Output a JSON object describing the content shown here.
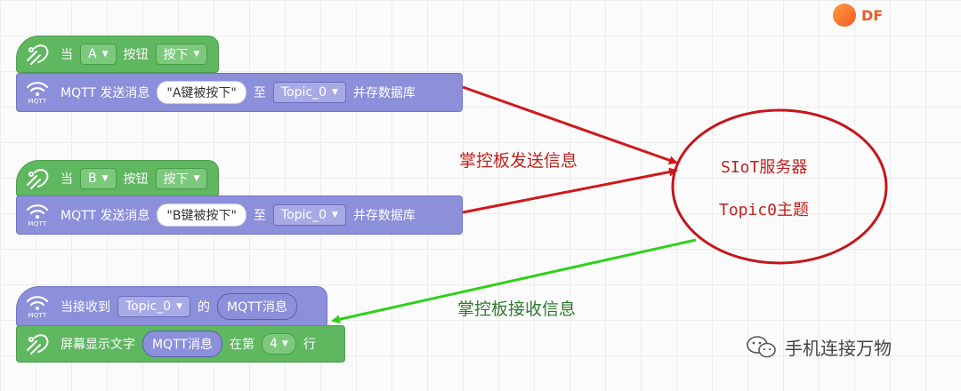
{
  "block1": {
    "hat": {
      "when": "当",
      "key": "A",
      "button": "按钮",
      "action": "按下"
    },
    "mqtt": {
      "prefix": "MQTT 发送消息",
      "message": "\"A键被按下\"",
      "to": "至",
      "topic": "Topic_0",
      "suffix": "并存数据库"
    }
  },
  "block2": {
    "hat": {
      "when": "当",
      "key": "B",
      "button": "按钮",
      "action": "按下"
    },
    "mqtt": {
      "prefix": "MQTT 发送消息",
      "message": "\"B键被按下\"",
      "to": "至",
      "topic": "Topic_0",
      "suffix": "并存数据库"
    }
  },
  "block3": {
    "receive": {
      "prefix": "当接收到",
      "topic": "Topic_0",
      "of": "的",
      "message_var": "MQTT消息"
    },
    "display": {
      "prefix": "屏幕显示文字",
      "message_var": "MQTT消息",
      "at": "在第",
      "line": "4",
      "suffix": "行"
    }
  },
  "mqtt_icon_label": "MQTT",
  "labels": {
    "send": "掌控板发送信息",
    "receive": "掌控板接收信息"
  },
  "server": {
    "line1": "SIoT服务器",
    "line2": "Topic0主题"
  },
  "watermark": {
    "text": "手机连接万物"
  },
  "logo": {
    "text": "DF"
  },
  "colors": {
    "hat_block": "#5fb760",
    "mqtt_block": "#8c8fd9",
    "send_arrow": "#d0181c",
    "receive_arrow": "#2ed11a",
    "ellipse": "#c4161c",
    "send_label": "#c0221f",
    "receive_label": "#2f7a2f"
  },
  "icons": {
    "hat": "handpy-icon",
    "mqtt": "wifi-icon",
    "dropdown": "triangle-down-icon"
  }
}
